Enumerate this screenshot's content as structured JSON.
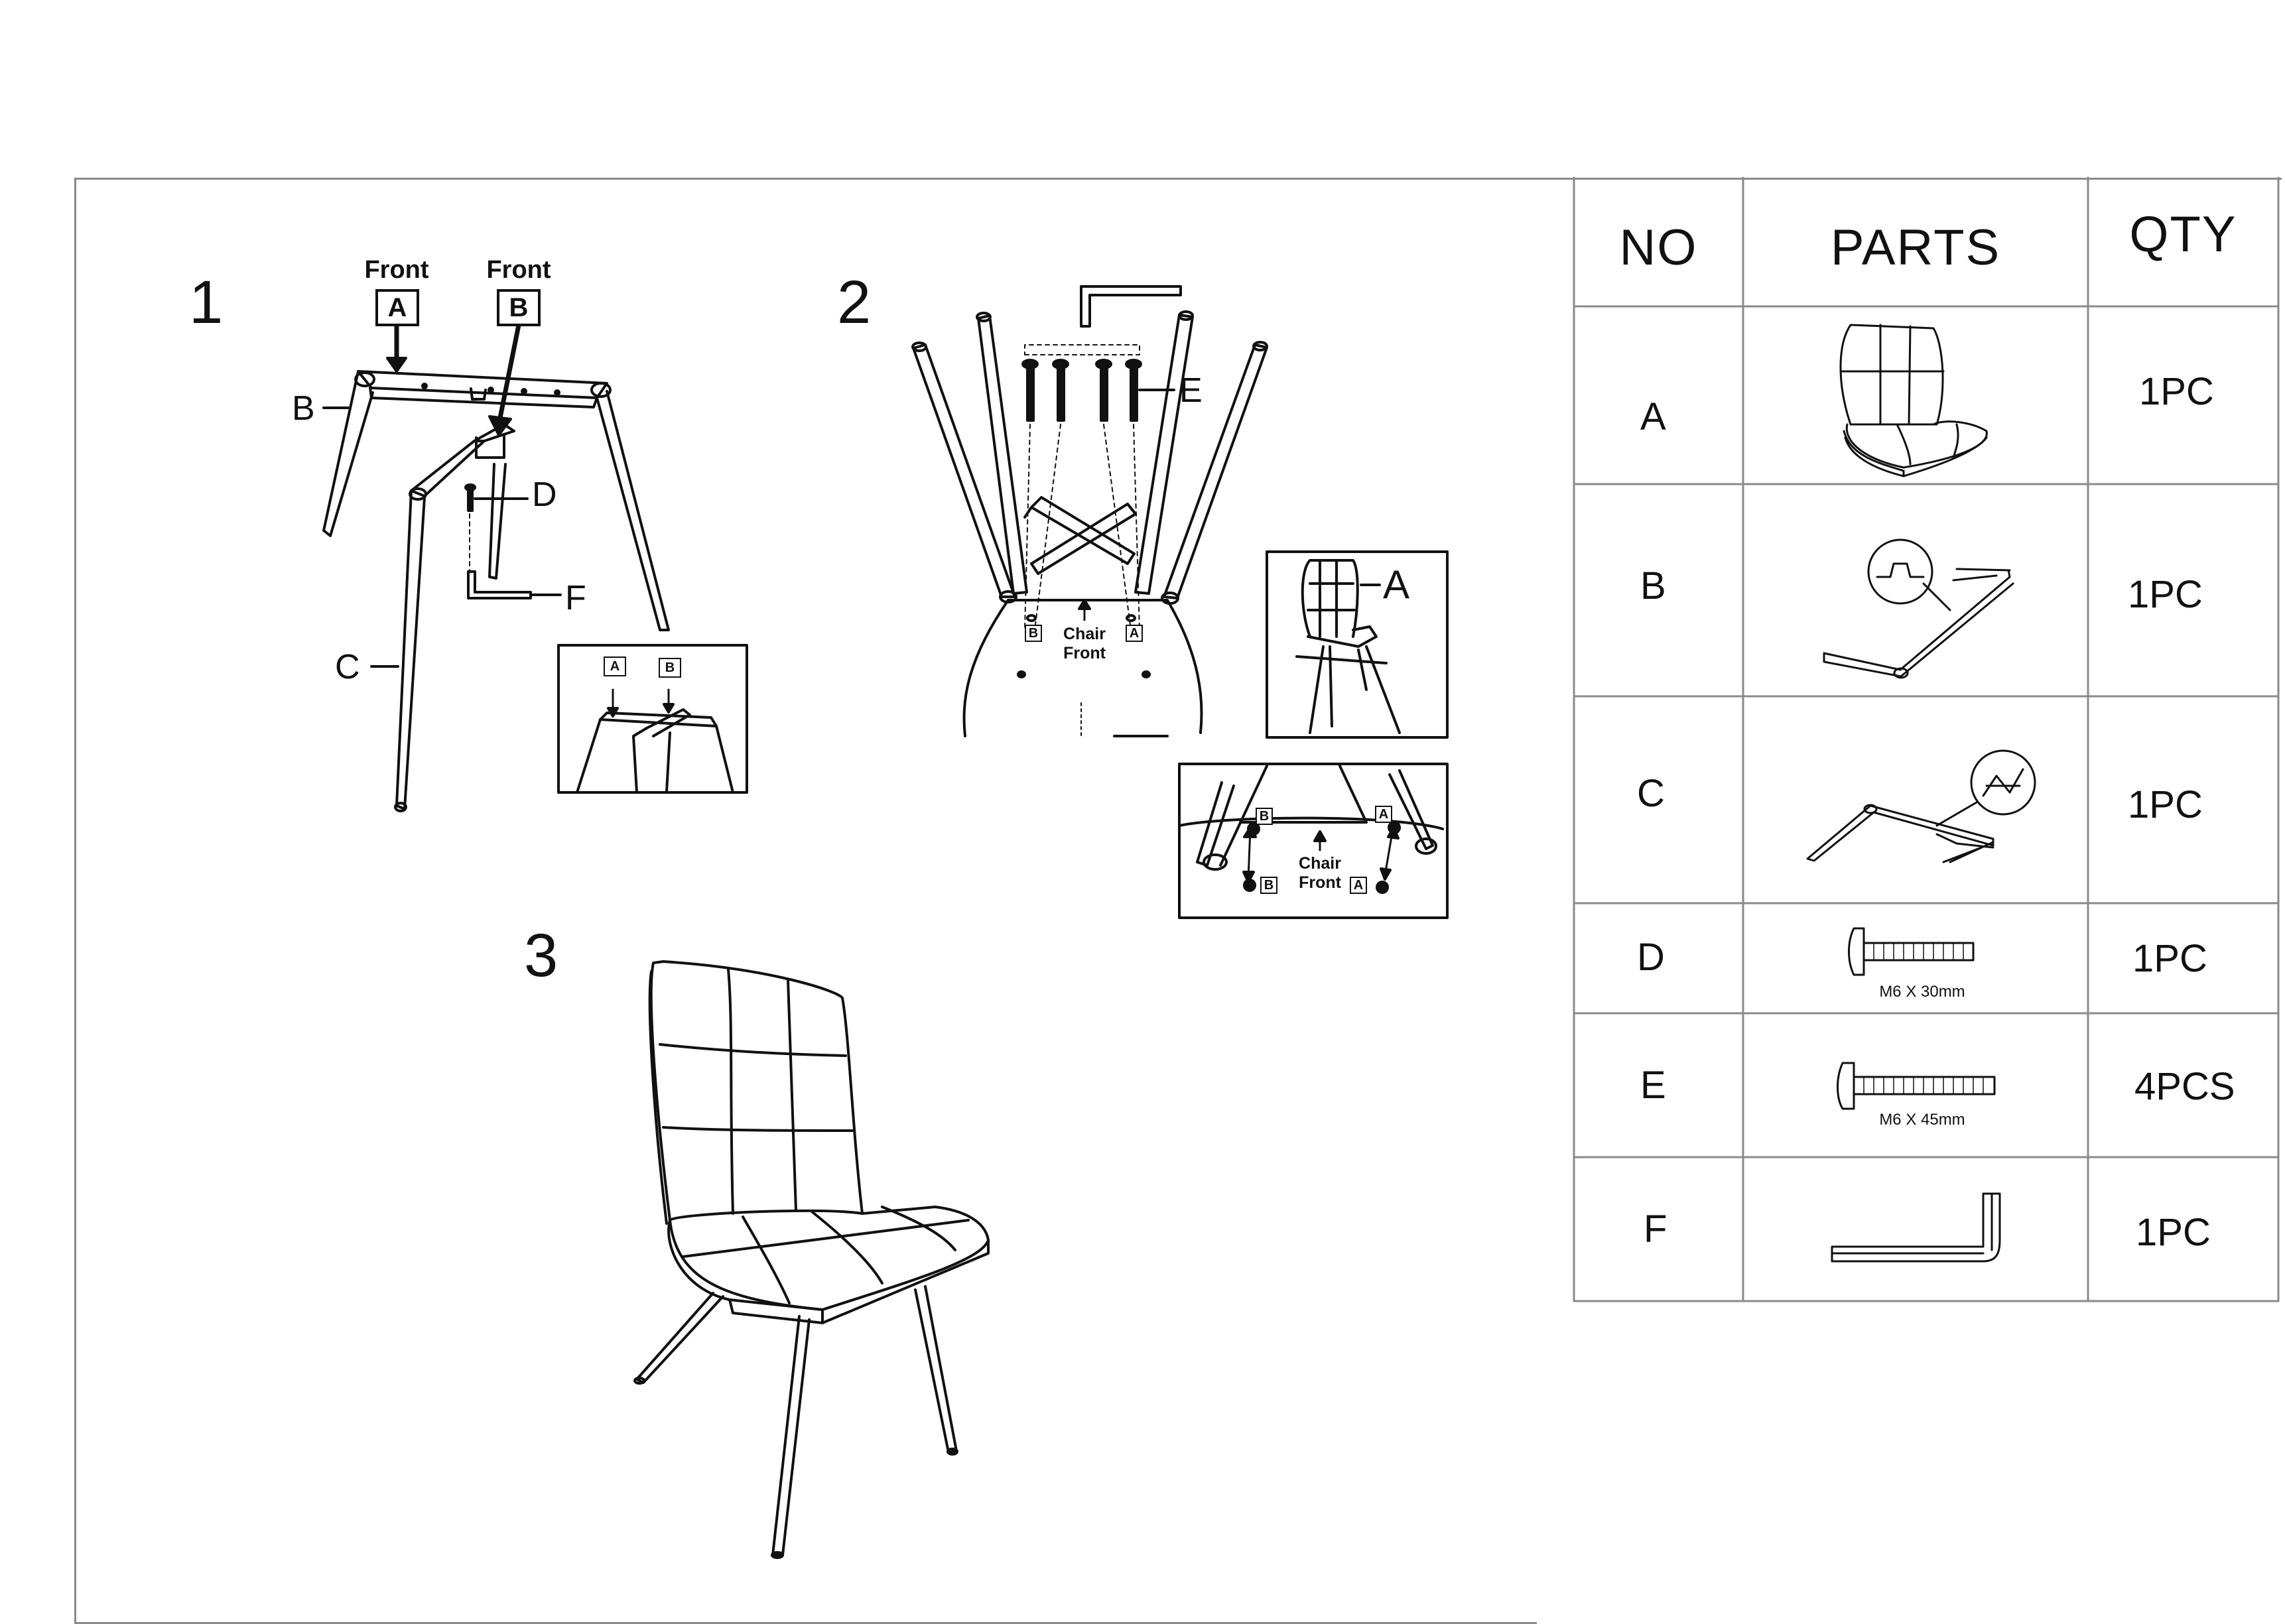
{
  "steps": {
    "step1": {
      "number": "1",
      "front_a": "Front",
      "front_b": "Front",
      "box_a": "A",
      "box_b": "B",
      "label_b": "B",
      "label_c": "C",
      "label_d": "D",
      "label_f": "F",
      "inset_a": "A",
      "inset_b": "B"
    },
    "step2": {
      "number": "2",
      "label_e": "E",
      "chair_front": "Chair\nFront",
      "box_b": "B",
      "box_a": "A",
      "inset1_label": "A",
      "inset2_chair_front": "Chair\nFront",
      "inset2_b_top": "B",
      "inset2_a_top": "A",
      "inset2_b_bottom": "B",
      "inset2_a_bottom": "A"
    },
    "step3": {
      "number": "3"
    }
  },
  "parts_table": {
    "headers": {
      "no": "NO",
      "parts": "PARTS",
      "qty": "QTY"
    },
    "rows": [
      {
        "no": "A",
        "qty": "1PC",
        "spec": "",
        "icon": "chair-seat-icon"
      },
      {
        "no": "B",
        "qty": "1PC",
        "spec": "",
        "icon": "front-leg-frame-icon"
      },
      {
        "no": "C",
        "qty": "1PC",
        "spec": "",
        "icon": "rear-leg-frame-icon"
      },
      {
        "no": "D",
        "qty": "1PC",
        "spec": "M6 X 30mm",
        "icon": "short-bolt-icon"
      },
      {
        "no": "E",
        "qty": "4PCS",
        "spec": "M6 X 45mm",
        "icon": "long-bolt-icon"
      },
      {
        "no": "F",
        "qty": "1PC",
        "spec": "",
        "icon": "allen-key-icon"
      }
    ]
  }
}
